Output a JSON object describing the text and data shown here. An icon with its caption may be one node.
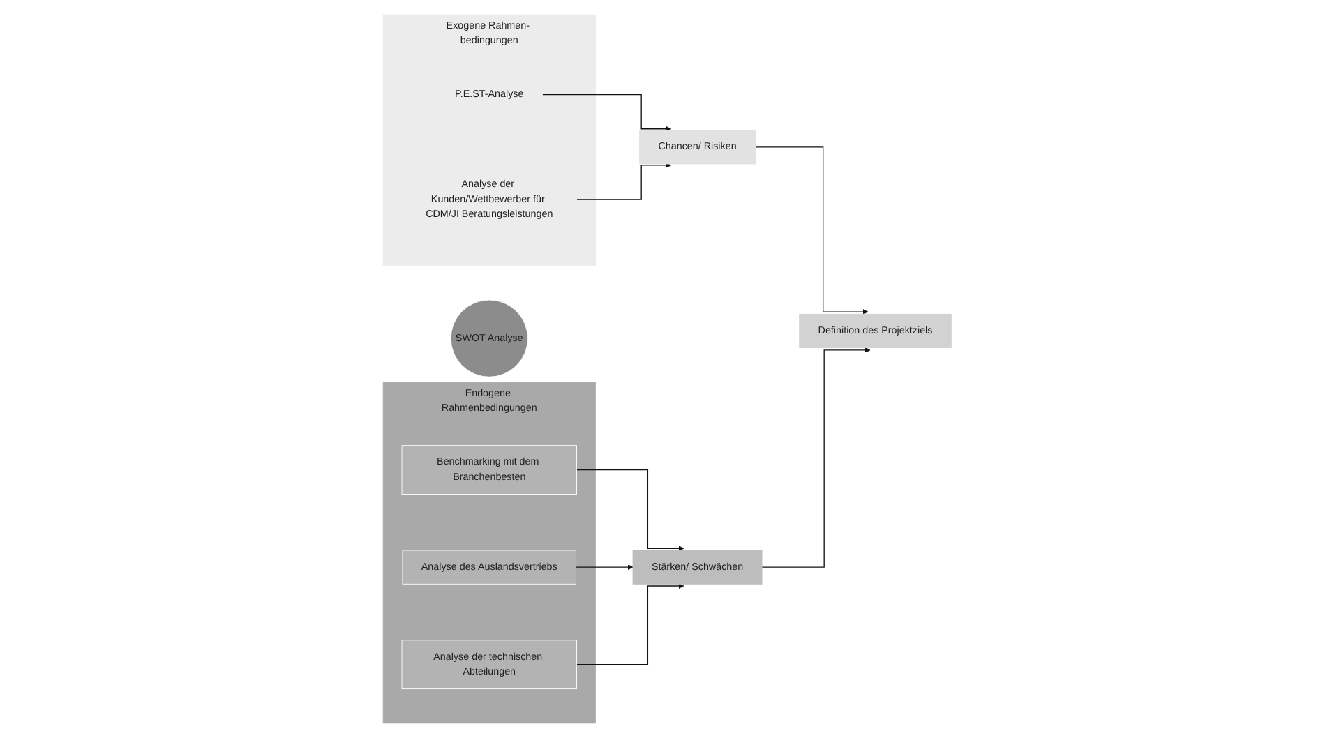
{
  "diagram": {
    "nodes": [
      {
        "text": [
          "Exogene Rahmen- bedingungen"
        ]
      },
      {
        "text": [
          "P.E.ST-Analyse"
        ],
        "in": 0
      },
      {
        "text": [
          "Analyse der Kunden/Wettbewerber für CDM/JI Beratungsleistungen"
        ],
        "in": 0
      },
      {
        "text": [
          "Endogene Rahmenbedingungen"
        ]
      },
      {
        "text": [
          "Benchmarking mit dem Branchenbesten"
        ],
        "in": 3
      },
      {
        "text": [
          "Analyse des Auslandsvertriebs"
        ],
        "in": 3
      },
      {
        "text": [
          "Analyse der technischen Abteilungen"
        ],
        "in": 3
      },
      {
        "text": [
          "Chancen/ Risiken"
        ]
      },
      {
        "text": [
          "SWOT Analyse"
        ]
      },
      {
        "text": [
          "Stärken/ Schwächen"
        ]
      },
      {
        "text": [
          "Definition des Projektziels"
        ]
      }
    ],
    "edges": [
      {
        "from": 1,
        "to": 7,
        "arrow": "to"
      },
      {
        "from": 2,
        "to": 7,
        "arrow": "to"
      },
      {
        "from": 4,
        "to": 9,
        "arrow": "to"
      },
      {
        "from": 5,
        "to": 9,
        "arrow": "to"
      },
      {
        "from": 6,
        "to": 9,
        "arrow": "to"
      },
      {
        "from": 7,
        "to": 10,
        "arrow": "to"
      },
      {
        "from": 9,
        "to": 10,
        "arrow": "to"
      }
    ]
  }
}
